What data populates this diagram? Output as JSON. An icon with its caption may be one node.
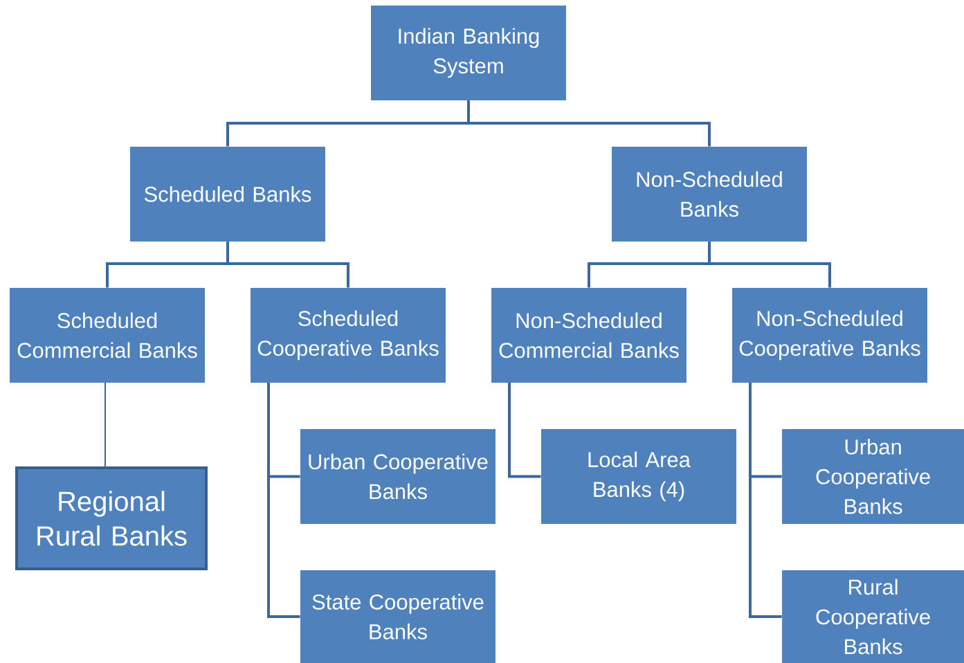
{
  "diagram": {
    "nodes": [
      {
        "text": [
          "Indian Banking System"
        ]
      },
      {
        "text": [
          "Scheduled Banks"
        ]
      },
      {
        "text": [
          "Non-Scheduled Banks"
        ]
      },
      {
        "text": [
          "Scheduled Commercial Banks"
        ]
      },
      {
        "text": [
          "Scheduled Cooperative Banks"
        ]
      },
      {
        "text": [
          "Non-Scheduled Commercial Banks"
        ]
      },
      {
        "text": [
          "Non-Scheduled Cooperative Banks"
        ]
      },
      {
        "text": [
          "Regional Rural Banks"
        ]
      },
      {
        "text": [
          "Urban Cooperative Banks"
        ]
      },
      {
        "text": [
          "State Cooperative Banks"
        ]
      },
      {
        "text": [
          "Local Area Banks (4)"
        ]
      },
      {
        "text": [
          "Urban Cooperative Banks"
        ]
      },
      {
        "text": [
          "Rural Cooperative Banks"
        ]
      }
    ],
    "edges": [
      {
        "from": 0,
        "to": 1,
        "arrow": "none"
      },
      {
        "from": 0,
        "to": 2,
        "arrow": "none"
      },
      {
        "from": 1,
        "to": 3,
        "arrow": "none"
      },
      {
        "from": 1,
        "to": 4,
        "arrow": "none"
      },
      {
        "from": 2,
        "to": 5,
        "arrow": "none"
      },
      {
        "from": 2,
        "to": 6,
        "arrow": "none"
      },
      {
        "from": 3,
        "to": 7,
        "arrow": "none"
      },
      {
        "from": 4,
        "to": 8,
        "arrow": "none"
      },
      {
        "from": 4,
        "to": 9,
        "arrow": "none"
      },
      {
        "from": 5,
        "to": 10,
        "arrow": "none"
      },
      {
        "from": 6,
        "to": 11,
        "arrow": "none"
      },
      {
        "from": 6,
        "to": 12,
        "arrow": "none"
      }
    ]
  }
}
